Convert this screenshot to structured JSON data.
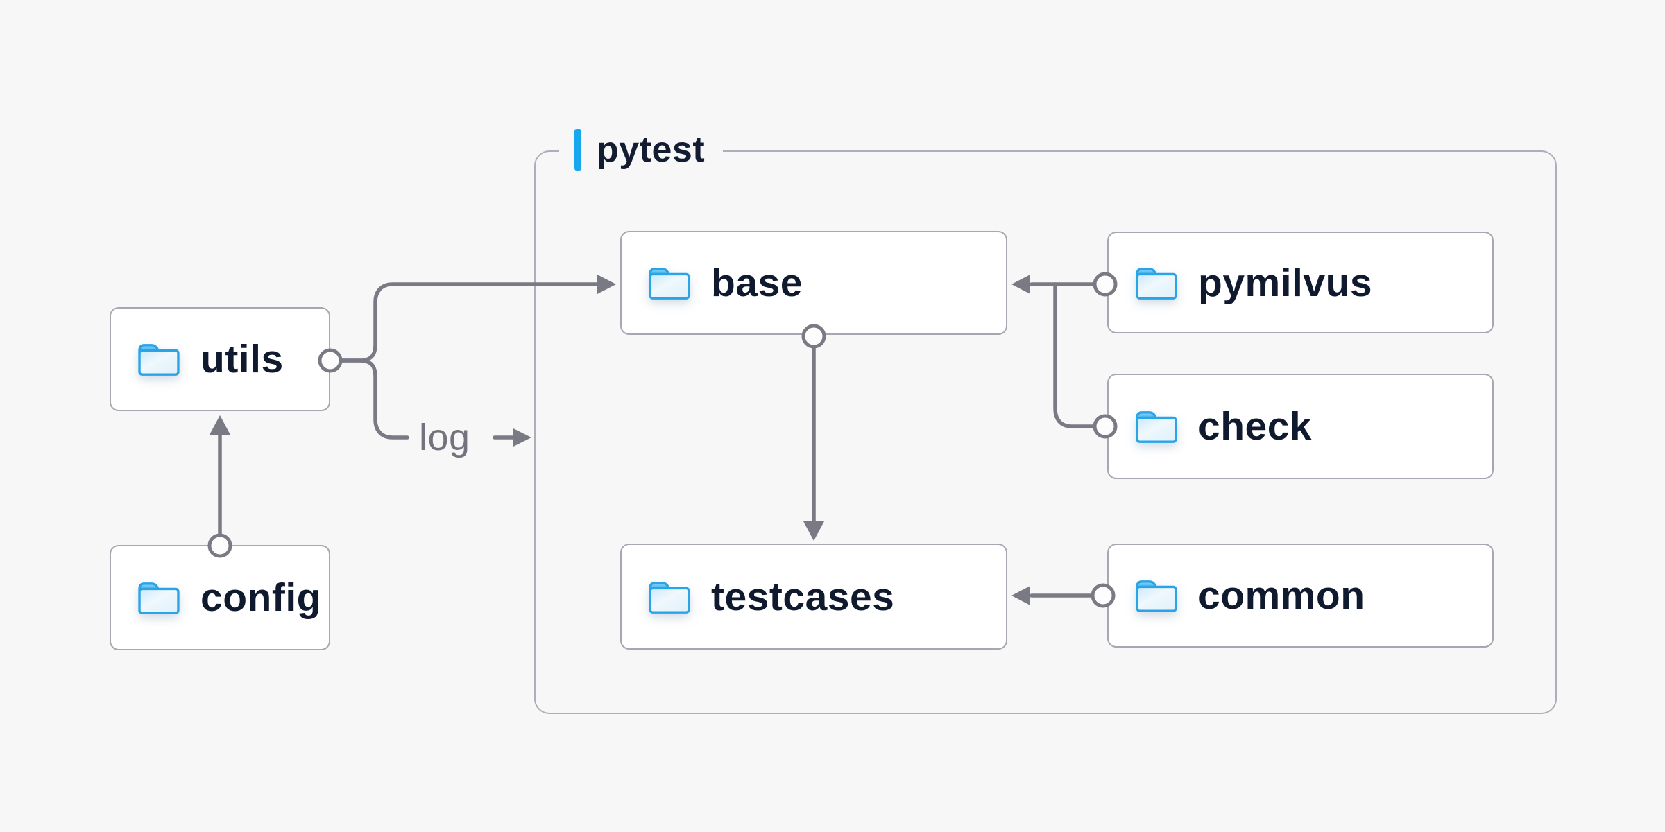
{
  "diagram": {
    "group": {
      "label": "pytest"
    },
    "nodes": [
      {
        "id": "utils",
        "label": "utils"
      },
      {
        "id": "config",
        "label": "config"
      },
      {
        "id": "base",
        "label": "base"
      },
      {
        "id": "pymilvus",
        "label": "pymilvus"
      },
      {
        "id": "check",
        "label": "check"
      },
      {
        "id": "testcases",
        "label": "testcases"
      },
      {
        "id": "common",
        "label": "common"
      }
    ],
    "edge_label": {
      "text": "log"
    },
    "edges": [
      {
        "from": "config",
        "to": "utils"
      },
      {
        "from": "utils",
        "to": "base"
      },
      {
        "from": "utils",
        "to": "pytest-group",
        "label": "log"
      },
      {
        "from": "pymilvus",
        "to": "base"
      },
      {
        "from": "check",
        "to": "base"
      },
      {
        "from": "base",
        "to": "testcases"
      },
      {
        "from": "common",
        "to": "testcases"
      }
    ],
    "icons": {
      "node_icon": "folder-icon"
    },
    "colors": {
      "background": "#f7f7f8",
      "accent_blue": "#17a7ee",
      "folder_blue": "#28a4e7",
      "line_gray": "#7a7a85",
      "box_border": "#a7a7b2",
      "group_border": "#aeaeb9",
      "text_dark": "#101a2e",
      "text_muted": "#73737e",
      "node_fill": "#ffffff"
    }
  }
}
